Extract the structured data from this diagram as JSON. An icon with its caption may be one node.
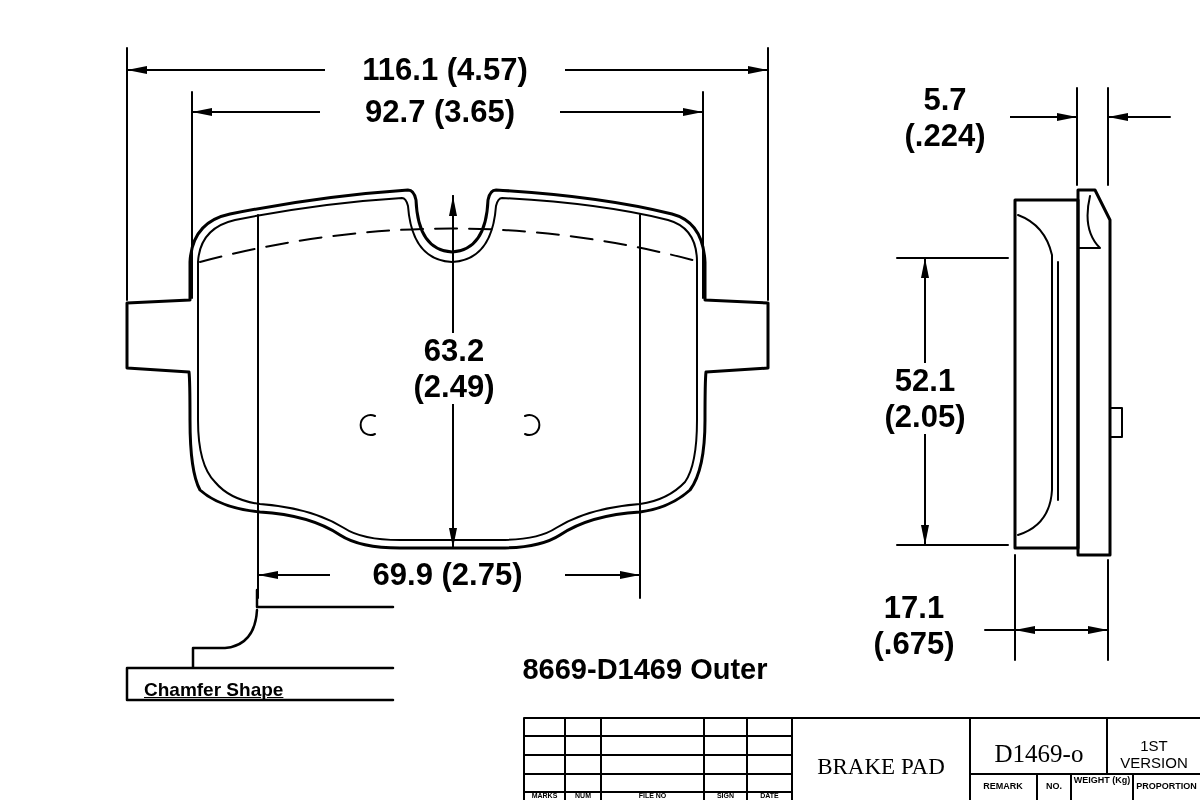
{
  "diagram": {
    "labels": [
      "116.1 (4.57)",
      "92.7 (3.65)",
      "5.7 (.224)",
      "63.2 (2.49)",
      "52.1 (2.05)",
      "69.9 (2.75)",
      "17.1 (.675)",
      "8669-D1469 Outer",
      "Chamfer Shape",
      "BRAKE PAD",
      "D1469-o",
      "1ST VERSION",
      "REMARK",
      "NO.",
      "WEIGHT (Kg)",
      "PROPORTION",
      "MARKS",
      "NUM",
      "FILE NO",
      "SIGN",
      "DATE"
    ]
  }
}
